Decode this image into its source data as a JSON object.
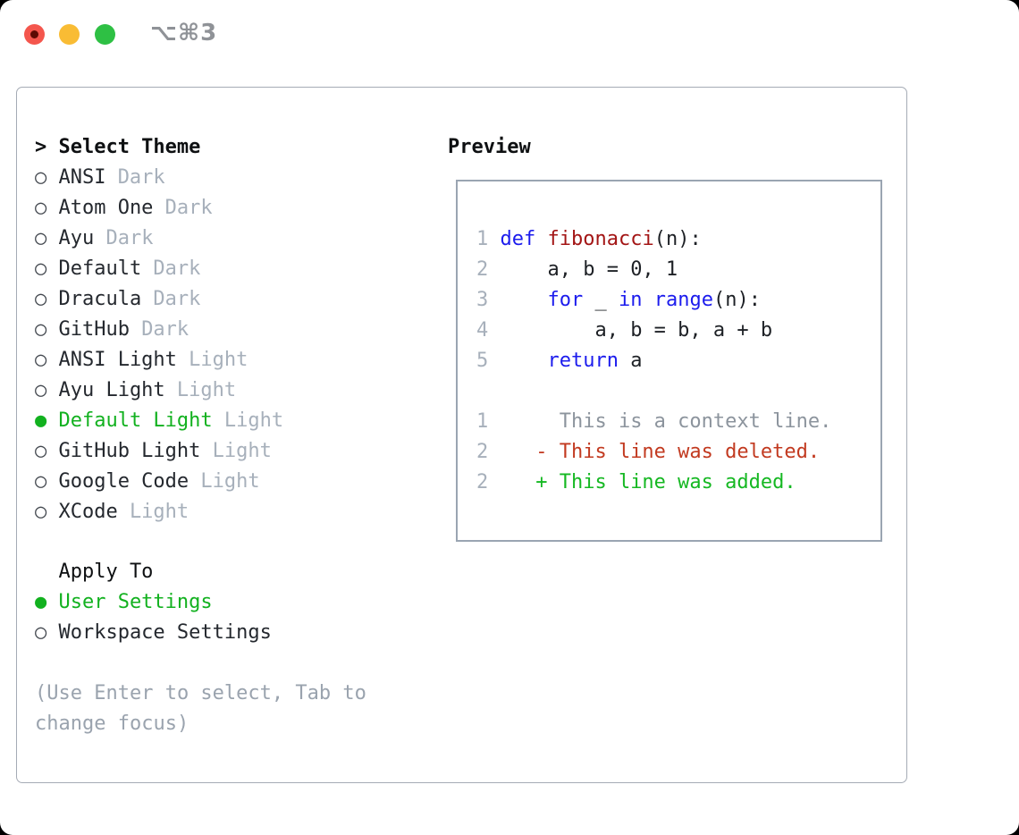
{
  "colors": {
    "page_bg": "#000000",
    "window_bg": "#ffffff",
    "title_gray": "#8f9297",
    "light_red": "#f4564d",
    "light_red_dot": "#5d0b04",
    "light_yellow": "#f9bc34",
    "light_green": "#2ec044",
    "panel_border": "#a5abb5",
    "preview_border": "#9aa5b2",
    "header_black": "#0e1012",
    "text_dark": "#24282e",
    "radio_gray": "#42474e",
    "muted": "#a7b0bb",
    "help_gray": "#9aa3ae",
    "accent_green": "#12b11f",
    "keyword_blue": "#1c1ced",
    "function_red": "#a31515",
    "code_black": "#1d2025",
    "context_gray": "#8c949d",
    "deleted_red": "#c23a20",
    "added_green": "#15b822"
  },
  "titlebar": {
    "title": "⌥⌘3"
  },
  "theme_panel": {
    "header_marker": ">",
    "header": "Select Theme",
    "items": [
      {
        "marker": "○",
        "name": "ANSI",
        "kind": "Dark",
        "state": "normal"
      },
      {
        "marker": "○",
        "name": "Atom One",
        "kind": "Dark",
        "state": "normal"
      },
      {
        "marker": "○",
        "name": "Ayu",
        "kind": "Dark",
        "state": "normal"
      },
      {
        "marker": "○",
        "name": "Default",
        "kind": "Dark",
        "state": "normal"
      },
      {
        "marker": "○",
        "name": "Dracula",
        "kind": "Dark",
        "state": "normal"
      },
      {
        "marker": "○",
        "name": "GitHub",
        "kind": "Dark",
        "state": "normal"
      },
      {
        "marker": "○",
        "name": "ANSI Light",
        "kind": "Light",
        "state": "normal"
      },
      {
        "marker": "○",
        "name": "Ayu Light",
        "kind": "Light",
        "state": "normal"
      },
      {
        "marker": "●",
        "name": "Default Light",
        "kind": "Light",
        "state": "selected"
      },
      {
        "marker": "○",
        "name": "GitHub Light",
        "kind": "Light",
        "state": "normal"
      },
      {
        "marker": "○",
        "name": "Google Code",
        "kind": "Light",
        "state": "normal"
      },
      {
        "marker": "○",
        "name": "XCode",
        "kind": "Light",
        "state": "normal"
      }
    ]
  },
  "apply_panel": {
    "header": "Apply To",
    "items": [
      {
        "marker": "●",
        "name": "User Settings",
        "state": "selected"
      },
      {
        "marker": "○",
        "name": "Workspace Settings",
        "state": "normal"
      }
    ]
  },
  "help": {
    "line1": "(Use Enter to select, Tab to",
    "line2": "change focus)"
  },
  "preview": {
    "header": "Preview",
    "code_lines": [
      {
        "num": "1",
        "segs": [
          {
            "t": " "
          },
          {
            "t": "def"
          },
          {
            "t": " "
          },
          {
            "t": "fibonacci"
          },
          {
            "t": "(n):"
          }
        ]
      },
      {
        "num": "2",
        "segs": [
          {
            "t": "     a, b = 0, 1"
          }
        ]
      },
      {
        "num": "3",
        "segs": [
          {
            "t": "     "
          },
          {
            "t": "for"
          },
          {
            "t": " _ "
          },
          {
            "t": "in"
          },
          {
            "t": " "
          },
          {
            "t": "range"
          },
          {
            "t": "(n):"
          }
        ]
      },
      {
        "num": "4",
        "segs": [
          {
            "t": "         a, b = b, a + b"
          }
        ]
      },
      {
        "num": "5",
        "segs": [
          {
            "t": "     "
          },
          {
            "t": "return"
          },
          {
            "t": " a"
          }
        ]
      },
      {
        "num": "",
        "segs": [
          {
            "t": ""
          }
        ]
      },
      {
        "num": "1",
        "segs": [
          {
            "t": "      This is a context line."
          }
        ]
      },
      {
        "num": "2",
        "segs": [
          {
            "t": "    - This line was deleted."
          }
        ]
      },
      {
        "num": "2",
        "segs": [
          {
            "t": "    + This line was added."
          }
        ]
      }
    ]
  }
}
